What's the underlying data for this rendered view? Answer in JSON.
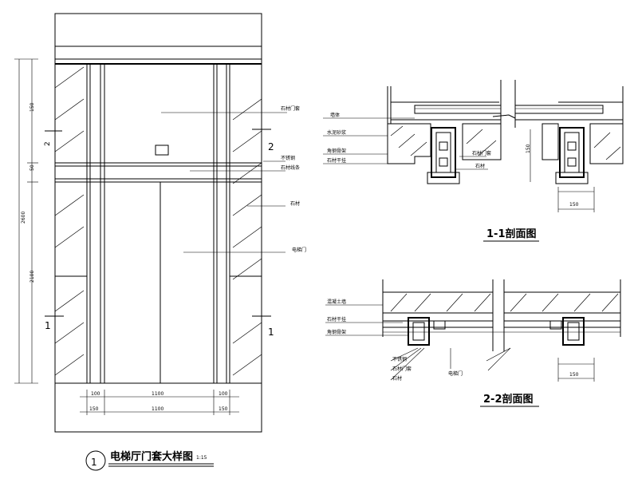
{
  "drawing": {
    "elevation_title": "电梯厅门套大样图",
    "elevation_scale": "1:15",
    "elevation_number": "1",
    "section_1_title": "1-1剖面图",
    "section_2_title": "2-2剖面图"
  },
  "section_marks": {
    "left_top": "2",
    "right_top": "2",
    "left_bottom": "1",
    "right_bottom": "1"
  },
  "elevation_callouts": {
    "c1": "石材门套",
    "c2": "不锈钢",
    "c3": "石材线条",
    "c4": "石材",
    "c5": "电梯门"
  },
  "section1_callouts": {
    "c1": "墙体",
    "c2": "水泥砂浆",
    "c3": "角钢骨架",
    "c4": "石材干挂",
    "c5": "石材门套",
    "c6": "石材"
  },
  "section2_callouts": {
    "c1": "混凝土墙",
    "c2": "石材干挂",
    "c3": "角钢骨架",
    "c4": "不锈钢",
    "c5": "石材门套",
    "c6": "石材",
    "c7": "电梯门"
  },
  "dimensions": {
    "bottom_1": "100",
    "bottom_2": "1100",
    "bottom_3": "100",
    "bottom_total_left": "150",
    "bottom_total_mid": "1100",
    "bottom_total_right": "150",
    "left_total": "2600",
    "left_1": "150",
    "left_2": "2100",
    "left_3": "50",
    "s1_height": "150",
    "s1_width": "150",
    "s2_width": "150"
  }
}
